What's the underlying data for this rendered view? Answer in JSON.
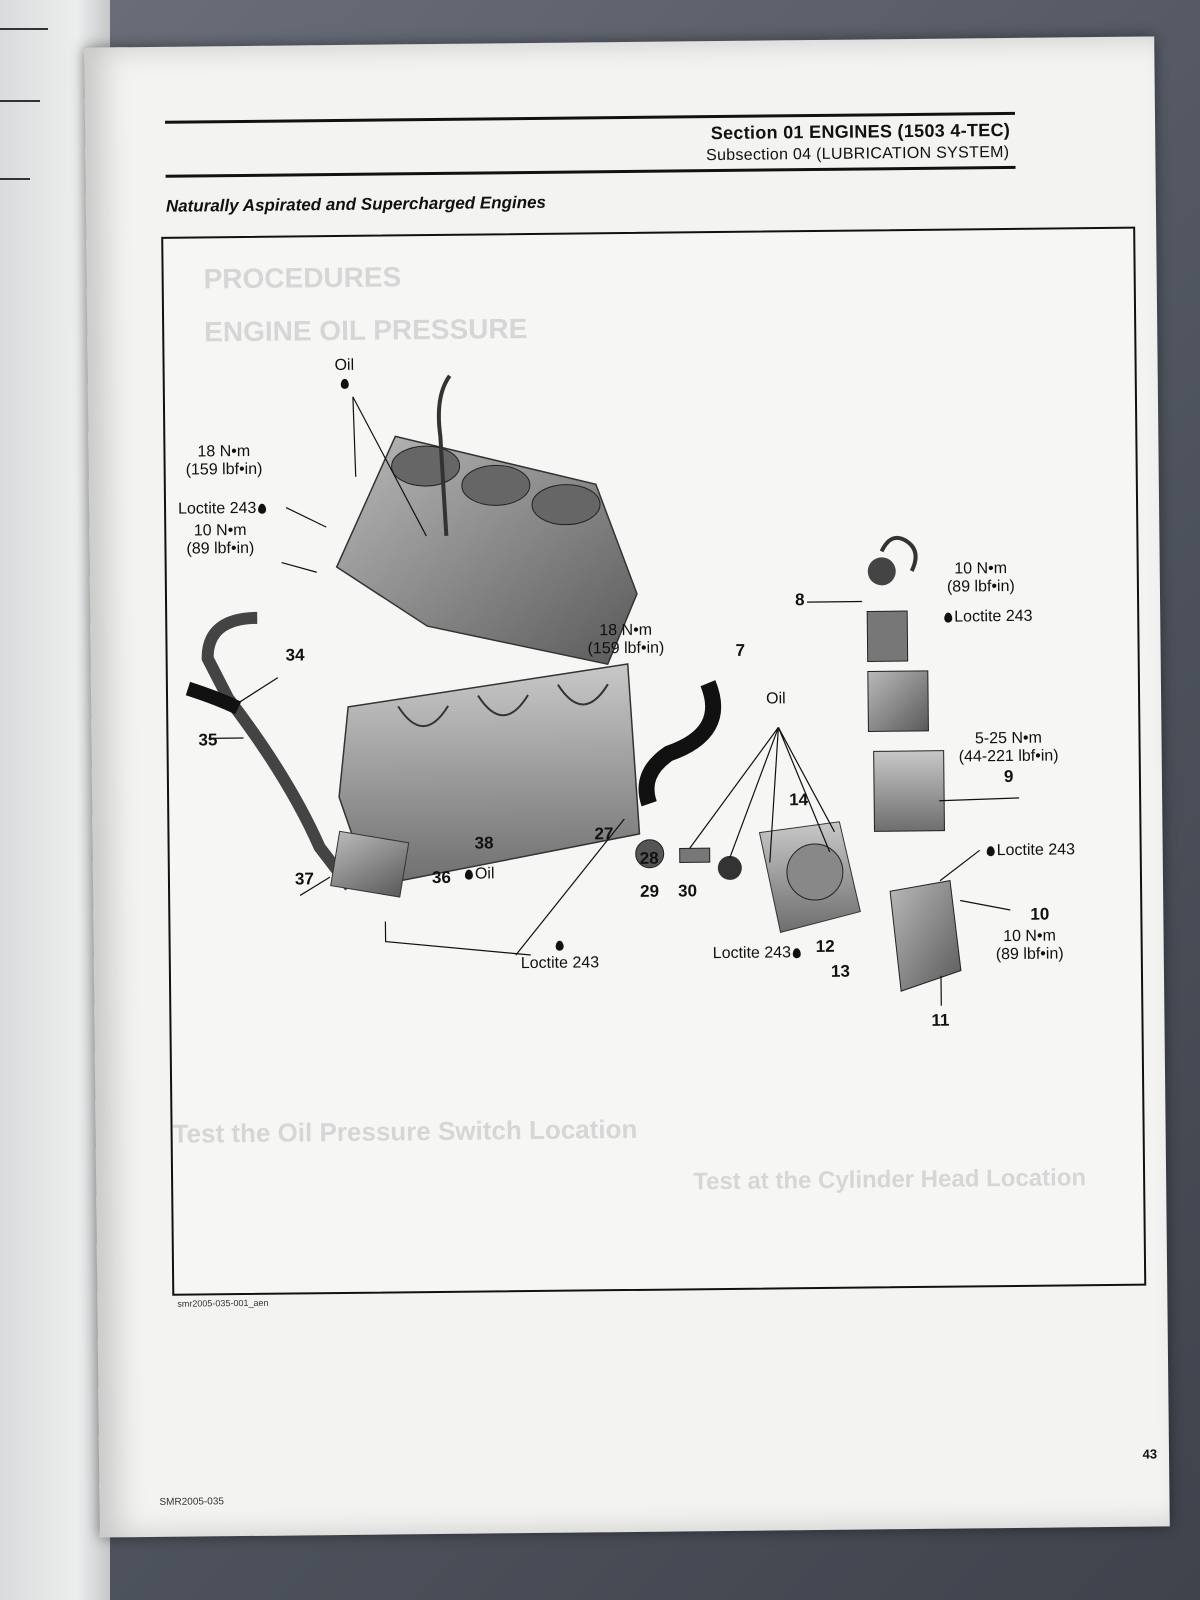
{
  "header": {
    "section": "Section 01 ENGINES (1503 4-TEC)",
    "subsection": "Subsection 04 (LUBRICATION SYSTEM)"
  },
  "figure": {
    "title": "Naturally Aspirated and Supercharged Engines",
    "code": "smr2005-035-001_aen",
    "torque_labels": {
      "t1_a": "18 N•m",
      "t1_b": "(159 lbf•in)",
      "t2_b": "10 N•m",
      "t2_c": "(89 lbf•in)",
      "t3_a": "18 N•m",
      "t3_b": "(159 lbf•in)",
      "t4_a": "10 N•m",
      "t4_b": "(89 lbf•in)",
      "t5_a": "5-25 N•m",
      "t5_b": "(44-221 lbf•in)",
      "t6_a": "10 N•m",
      "t6_b": "(89 lbf•in)"
    },
    "text_labels": {
      "oil_top": "Oil",
      "loctite_left": "Loctite 243",
      "oil_mid": "Oil",
      "oil_38": "Oil",
      "loctite_bottom": "Loctite 243",
      "loctite_12": "Loctite 243",
      "loctite_right_top": "Loctite 243",
      "loctite_right_mid": "Loctite 243"
    },
    "part_numbers": [
      "34",
      "35",
      "37",
      "38",
      "36",
      "27",
      "28",
      "29",
      "30",
      "7",
      "8",
      "14",
      "12",
      "13",
      "9",
      "10",
      "11"
    ]
  },
  "background_text": {
    "procedures": "PROCEDURES",
    "oil_pressure": "ENGINE OIL PRESSURE",
    "test_switch": "Test the Oil Pressure Switch Location",
    "test_head": "Test at the Cylinder Head Location"
  },
  "footer": {
    "page_number": "43",
    "doc_code": "SMR2005-035"
  }
}
